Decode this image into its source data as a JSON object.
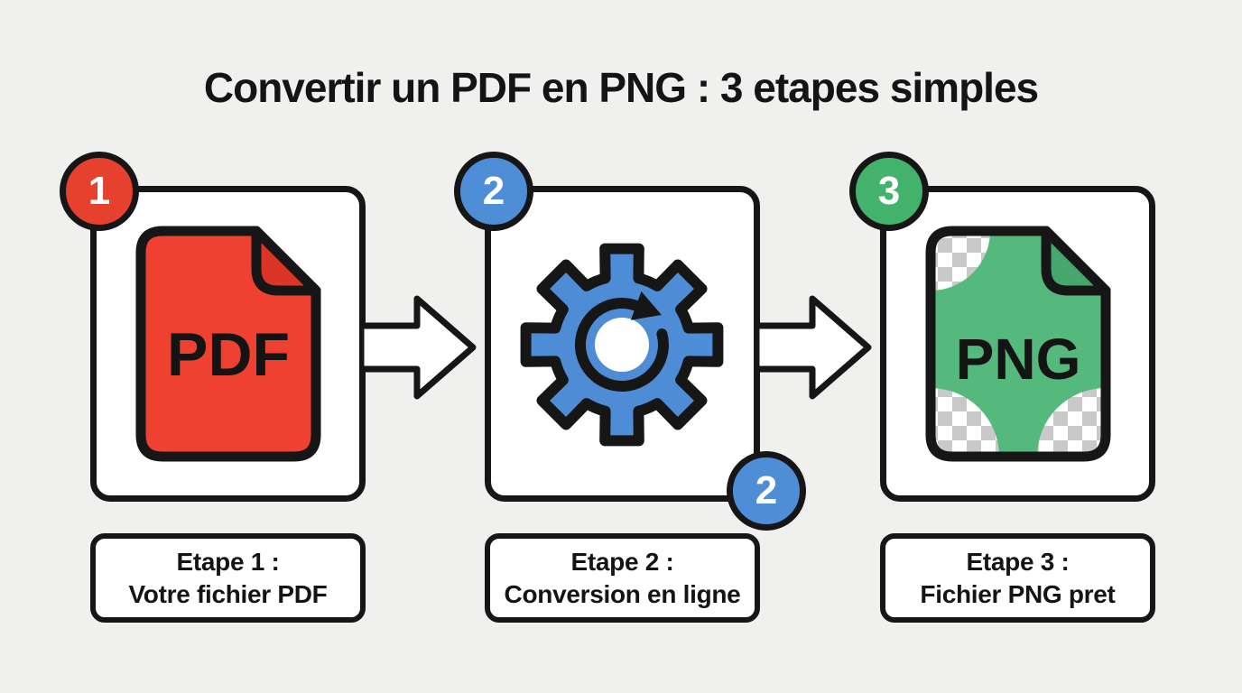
{
  "title": "Convertir un PDF en PNG : 3 etapes simples",
  "steps": [
    {
      "number": "1",
      "icon": "pdf-file-icon",
      "file_label": "PDF",
      "caption": {
        "line1": "Etape 1 :",
        "line2": "Votre fichier PDF"
      },
      "accent_color": "#e6402f"
    },
    {
      "number": "2",
      "icon": "conversion-gear-icon",
      "corner_badge_number": "2",
      "caption": {
        "line1": "Etape 2 :",
        "line2": "Conversion en ligne"
      },
      "accent_color": "#4e8ed6"
    },
    {
      "number": "3",
      "icon": "png-file-icon",
      "file_label": "PNG",
      "caption": {
        "line1": "Etape 3 :",
        "line2": "Fichier PNG pret"
      },
      "accent_color": "#43b26d"
    }
  ],
  "colors": {
    "background": "#f0f0ee",
    "panel": "#ffffff",
    "outline": "#161616",
    "pdf_red": "#ee4132",
    "pdf_fold_red": "#dc3427",
    "gear_blue": "#4e8cd5",
    "png_green": "#55b97d",
    "png_fold_green": "#46a76d",
    "checker_gray": "#c9c9c9"
  }
}
